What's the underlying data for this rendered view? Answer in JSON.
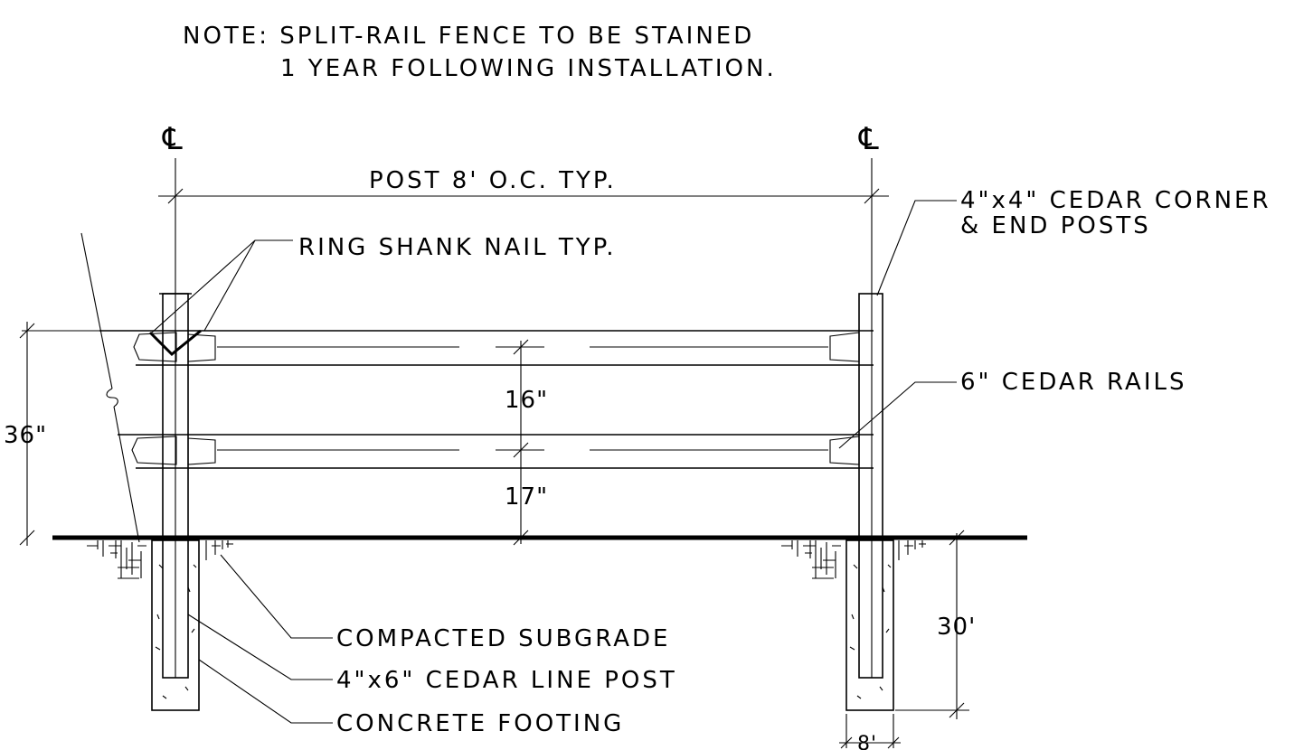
{
  "note": {
    "line1": "NOTE: SPLIT-RAIL FENCE TO BE STAINED",
    "line2": "1 YEAR FOLLOWING INSTALLATION."
  },
  "centerline_symbol": "℄",
  "labels": {
    "post_spacing": "POST 8' O.C. TYP.",
    "ring_shank_nail": "RING SHANK NAIL TYP.",
    "corner_posts_line1": "4\"x4\" CEDAR CORNER",
    "corner_posts_line2": "& END POSTS",
    "cedar_rails": "6\" CEDAR RAILS",
    "compacted_subgrade": "COMPACTED SUBGRADE",
    "line_post": "4\"x6\" CEDAR LINE POST",
    "concrete_footing": "CONCRETE FOOTING"
  },
  "dimensions": {
    "total_height": "36\"",
    "rail_spacing": "16\"",
    "bottom_rail_height": "17\"",
    "footing_depth": "30'",
    "footing_width": "8'"
  }
}
